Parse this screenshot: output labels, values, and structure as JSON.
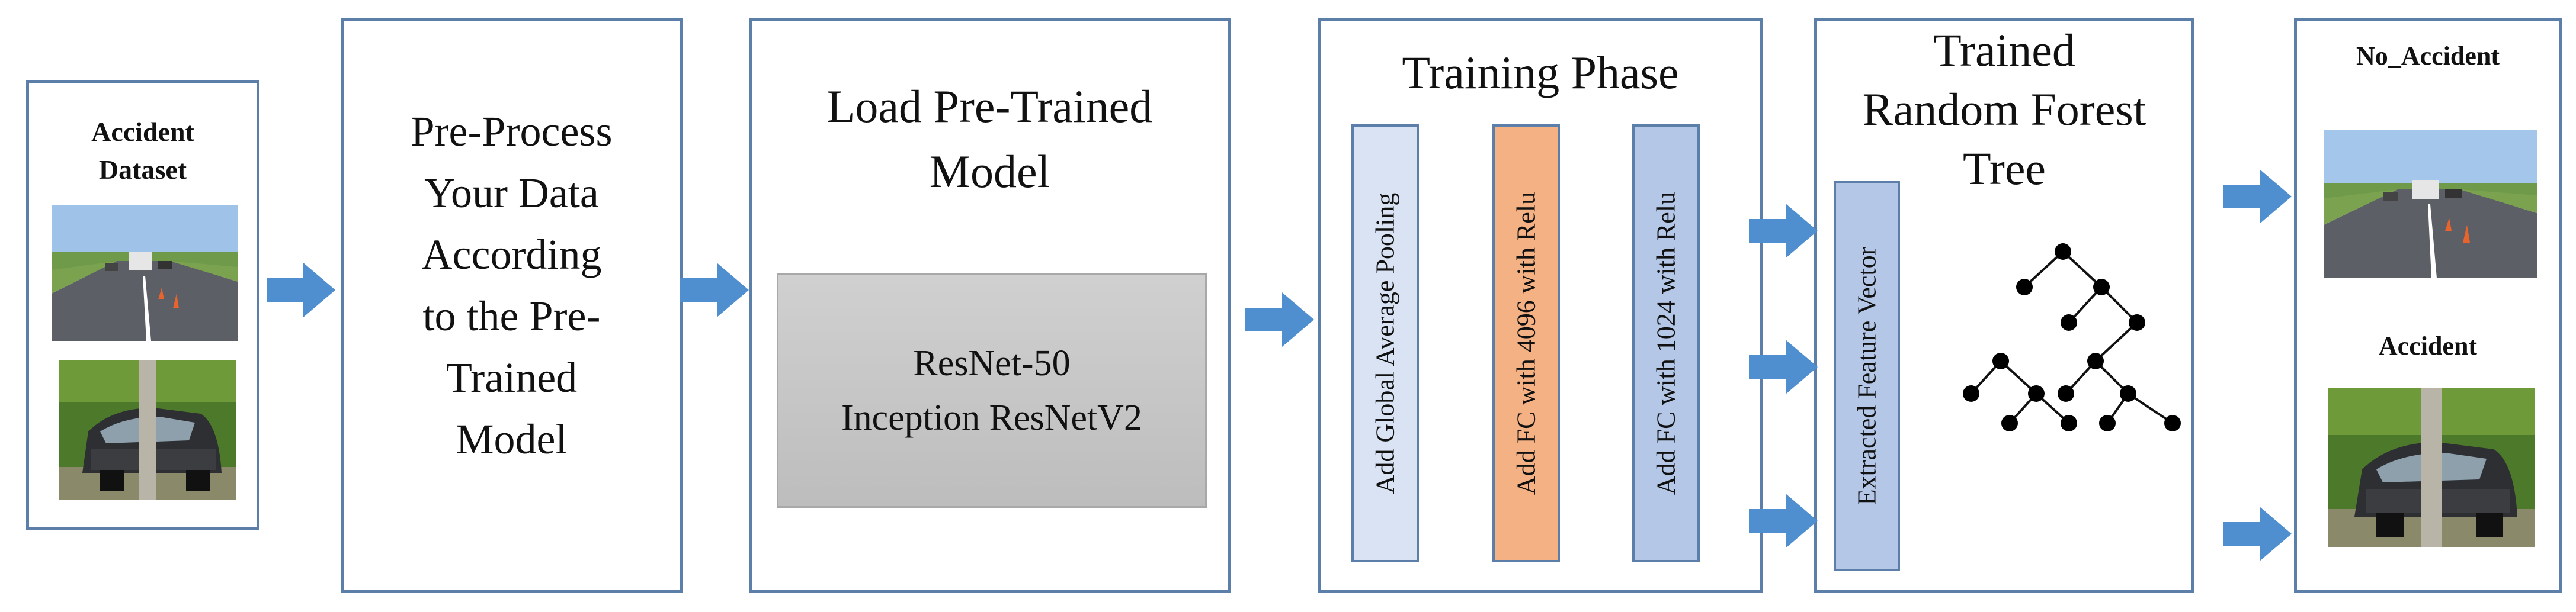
{
  "colors": {
    "box_border": "#5b7fa8",
    "arrow_fill": "#4f8fd0",
    "model_box_fill": "#c4c4c4",
    "label_blue_fill": "#b4c7e7",
    "label_light_fill": "#dae3f3",
    "label_orange_fill": "#f4b183"
  },
  "dataset": {
    "title_line1": "Accident",
    "title_line2": "Dataset"
  },
  "preprocess": {
    "lines": [
      "Pre-Process",
      "Your Data",
      "According",
      "to the Pre-",
      "Trained",
      "Model"
    ]
  },
  "load_model": {
    "title_line1": "Load Pre-Trained",
    "title_line2": "Model",
    "model_line1": "ResNet-50",
    "model_line2": "Inception ResNetV2"
  },
  "training": {
    "title": "Training Phase",
    "layers": [
      "Add Global Average Pooling",
      "Add FC with 4096 with Relu",
      "Add FC with 1024 with Relu"
    ]
  },
  "random_forest": {
    "title_line1": "Trained",
    "title_line2": "Random Forest",
    "title_line3": "Tree",
    "feature_label": "Extracted Feature Vector"
  },
  "output": {
    "class1": "No_Accident",
    "class2": "Accident"
  },
  "icons": [
    "right-arrow-icon",
    "tree-icon",
    "road-photo",
    "crash-photo"
  ]
}
